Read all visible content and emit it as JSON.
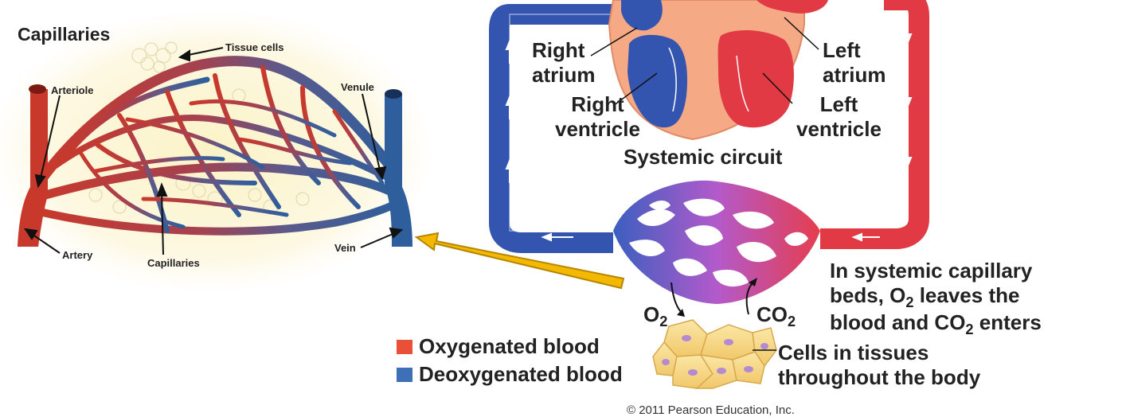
{
  "capillary_inset": {
    "title": "Capillaries",
    "labels": {
      "tissue_cells": "Tissue cells",
      "arteriole": "Arteriole",
      "venule": "Venule",
      "artery": "Artery",
      "capillaries": "Capillaries",
      "vein": "Vein"
    }
  },
  "heart": {
    "right_atrium": [
      "Right",
      "atrium"
    ],
    "right_ventricle": [
      "Right",
      "ventricle"
    ],
    "left_atrium": [
      "Left",
      "atrium"
    ],
    "left_ventricle": [
      "Left",
      "ventricle"
    ],
    "circuit": "Systemic circuit"
  },
  "gas_exchange": {
    "o2_base": "O",
    "o2_sub": "2",
    "co2_base": "CO",
    "co2_sub": "2",
    "note_line1": "In systemic capillary",
    "note_line2_a": "beds, O",
    "note_line2_sub": "2",
    "note_line2_b": " leaves the",
    "note_line3_a": "blood and CO",
    "note_line3_sub": "2",
    "note_line3_b": " enters",
    "cells_line1": "Cells in tissues",
    "cells_line2": "throughout the body"
  },
  "legend": {
    "items": [
      {
        "label": "Oxygenated blood",
        "color": "#e8503a"
      },
      {
        "label": "Deoxygenated blood",
        "color": "#3f6fb6"
      }
    ]
  },
  "copyright": "© 2011 Pearson Education, Inc.",
  "colors": {
    "oxygenated": "#e13a44",
    "deoxygenated": "#3355b0",
    "pointer_arrow": "#f5b800"
  }
}
